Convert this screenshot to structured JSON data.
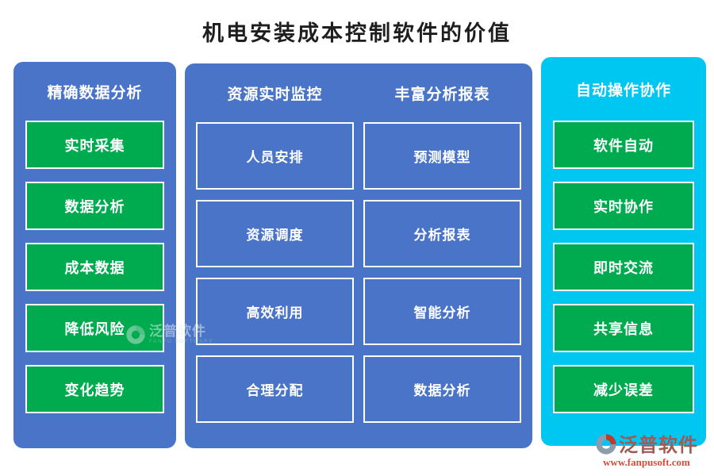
{
  "title": "机电安装成本控制软件的价值",
  "colors": {
    "panel_blue": "#4a74c8",
    "panel_cyan": "#00c6f2",
    "item_green": "#00ab50",
    "text_white": "#ffffff",
    "title_text": "#1e1e1e",
    "logo_text_red": "#a25a54",
    "logo_url_red": "#e0493a"
  },
  "left_panel": {
    "header": "精确数据分析",
    "items": [
      "实时采集",
      "数据分析",
      "成本数据",
      "降低风险",
      "变化趋势"
    ]
  },
  "middle_panel": {
    "columns": [
      {
        "header": "资源实时监控",
        "items": [
          "人员安排",
          "资源调度",
          "高效利用",
          "合理分配"
        ]
      },
      {
        "header": "丰富分析报表",
        "items": [
          "预测模型",
          "分析报表",
          "智能分析",
          "数据分析"
        ]
      }
    ]
  },
  "right_panel": {
    "header": "自动操作协作",
    "items": [
      "软件自动",
      "实时协作",
      "即时交流",
      "共享信息",
      "减少误差"
    ]
  },
  "watermark": {
    "text": "泛普软件",
    "subtext": "FANPU SOFTWARE"
  },
  "logo": {
    "text": "泛普软件",
    "url": "www.fanpusoft.com"
  }
}
